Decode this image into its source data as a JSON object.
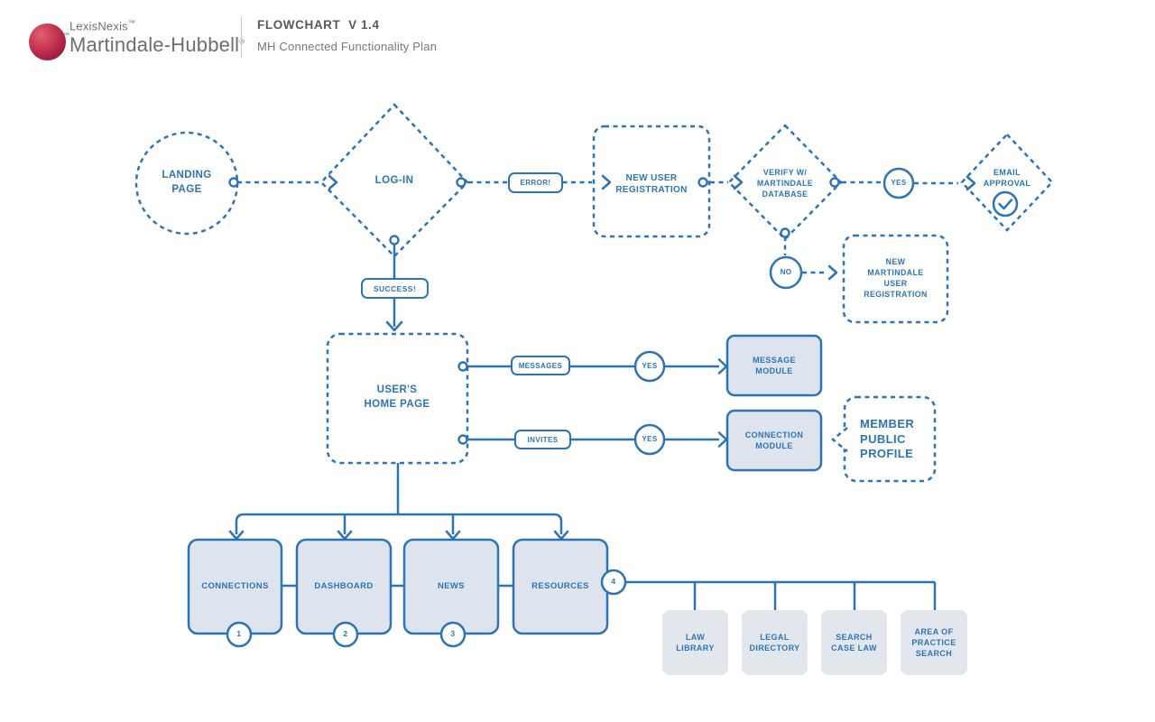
{
  "header": {
    "logo": {
      "sphere_mark": "™",
      "line1": "LexisNexis",
      "line1_mark": "™",
      "line2": "Martindale-Hubbell",
      "line2_mark": "®"
    },
    "title": "FLOWCHART  V 1.4",
    "subtitle": "MH Connected Functionality Plan"
  },
  "flow": {
    "landing_page": {
      "label": "LANDING\nPAGE"
    },
    "login": {
      "label": "LOG-IN"
    },
    "error": {
      "label": "ERROR!"
    },
    "new_user_registration": {
      "label": "NEW USER\nREGISTRATION"
    },
    "verify": {
      "label": "VERIFY W/\nMARTINDALE\nDATABASE"
    },
    "yes_verify": {
      "label": "YES"
    },
    "email_approval": {
      "label": "EMAIL\nAPPROVAL"
    },
    "no_verify": {
      "label": "NO"
    },
    "new_martindale_registration": {
      "label": "NEW\nMARTINDALE\nUSER\nREGISTRATION"
    },
    "success": {
      "label": "SUCCESS!"
    },
    "users_home_page": {
      "label": "USER'S\nHOME PAGE"
    },
    "messages": {
      "label": "MESSAGES"
    },
    "yes_messages": {
      "label": "YES"
    },
    "message_module": {
      "label": "MESSAGE\nMODULE"
    },
    "invites": {
      "label": "INVITES"
    },
    "yes_invites": {
      "label": "YES"
    },
    "connection_module": {
      "label": "CONNECTION\nMODULE"
    },
    "member_public_profile": {
      "label": "MEMBER\nPUBLIC\nPROFILE"
    },
    "connections": {
      "label": "CONNECTIONS",
      "badge": "1"
    },
    "dashboard": {
      "label": "DASHBOARD",
      "badge": "2"
    },
    "news": {
      "label": "NEWS",
      "badge": "3"
    },
    "resources": {
      "label": "RESOURCES",
      "badge": "4"
    },
    "law_library": {
      "label": "LAW\nLIBRARY"
    },
    "legal_directory": {
      "label": "LEGAL\nDIRECTORY"
    },
    "search_case_law": {
      "label": "SEARCH\nCASE LAW"
    },
    "area_of_practice_search": {
      "label": "AREA OF\nPRACTICE\nSEARCH"
    }
  },
  "colors": {
    "accent": "#2e74b5",
    "module_fill": "#dde4ee",
    "subbox_fill": "#e2e7ee",
    "logo_red": "#b02346",
    "logo_red_dark": "#7e1433",
    "title_text": "#58595b",
    "subtitle_text": "#77787b",
    "brand_text": "#6d6e71",
    "divider": "#c8c9cb"
  }
}
